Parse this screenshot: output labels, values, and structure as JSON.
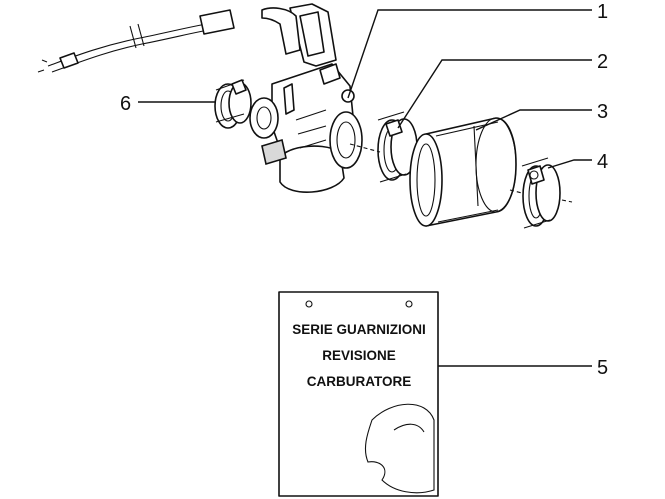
{
  "callouts": {
    "c1": "1",
    "c2": "2",
    "c3": "3",
    "c4": "4",
    "c5": "5",
    "c6": "6"
  },
  "kit_label": {
    "line1": "SERIE GUARNIZIONI",
    "line2": "REVISIONE",
    "line3": "CARBURATORE"
  },
  "colors": {
    "ink": "#111111",
    "paper": "#ffffff",
    "shade": "#d9d9d9"
  }
}
